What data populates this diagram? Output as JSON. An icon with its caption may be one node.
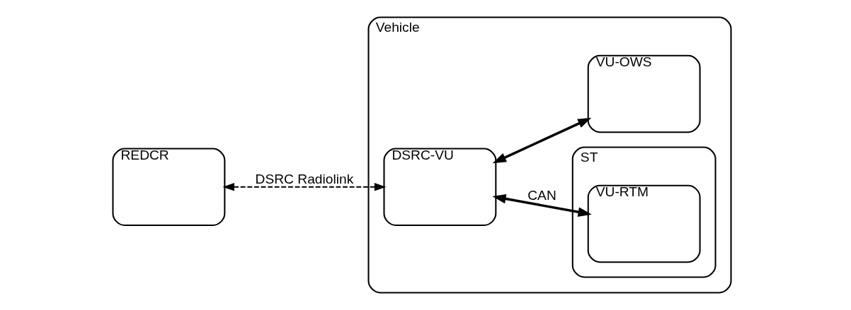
{
  "diagram": {
    "nodes": [
      {
        "text": [
          "REDCR"
        ]
      },
      {
        "text": [
          "Vehicle"
        ]
      },
      {
        "text": [
          "DSRC-VU"
        ],
        "in": 1
      },
      {
        "text": [
          "ST"
        ],
        "in": 1
      },
      {
        "text": [
          "VU-RTM"
        ],
        "in": 3
      },
      {
        "text": [
          "VU-OWS"
        ],
        "in": 1
      }
    ],
    "edges": [
      {
        "from": 0,
        "to": 2,
        "arrow": "both",
        "style": "dashed",
        "label": "DSRC Radiolink"
      },
      {
        "from": 2,
        "to": 4,
        "arrow": "both",
        "label": "CAN"
      },
      {
        "from": 2,
        "to": 5,
        "arrow": "both"
      }
    ]
  }
}
